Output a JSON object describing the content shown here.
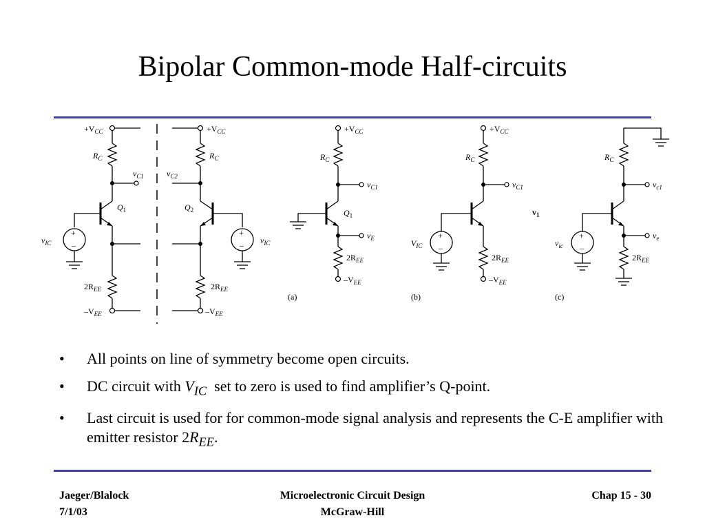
{
  "slide": {
    "title": "Bipolar Common-mode Half-circuits"
  },
  "diagram": {
    "labels": {
      "vcc_plus": "+V",
      "cc_sub": "CC",
      "rc": "R",
      "c_sub": "C",
      "vc1": "v",
      "c1_sub": "C1",
      "c2_sub": "C2",
      "q1": "Q",
      "q2": "Q",
      "one": "1",
      "two": "2",
      "vic": "v",
      "ic_sub": "IC",
      "ree": "2R",
      "ee_sub": "EE",
      "vee_minus": "–V",
      "ve": "v",
      "e_sub": "E",
      "VIC": "V",
      "vc1_lower": "c1",
      "ve_lower": "e",
      "vic_lower": "ic",
      "v1": "v",
      "v1_sub": "1",
      "a": "(a)",
      "b": "(b)",
      "c": "(c)",
      "plus": "+",
      "minus": "–"
    }
  },
  "bullets": [
    {
      "text": "All points on line of symmetry become open circuits."
    },
    {
      "pre": "DC circuit with ",
      "var": "V",
      "sub": "IC",
      "post": "  set to zero is used to find amplifier’s Q-point."
    },
    {
      "pre": "Last circuit is used for for common-mode signal analysis and represents the C-E amplifier with emitter resistor 2",
      "var": "R",
      "sub": "EE",
      "post": "."
    }
  ],
  "bullet_char": "•",
  "footer": {
    "left_line1": "Jaeger/Blalock",
    "left_line2": "7/1/03",
    "center_line1": "Microelectronic Circuit Design",
    "center_line2": "McGraw-Hill",
    "right": "Chap 15 - 30"
  }
}
